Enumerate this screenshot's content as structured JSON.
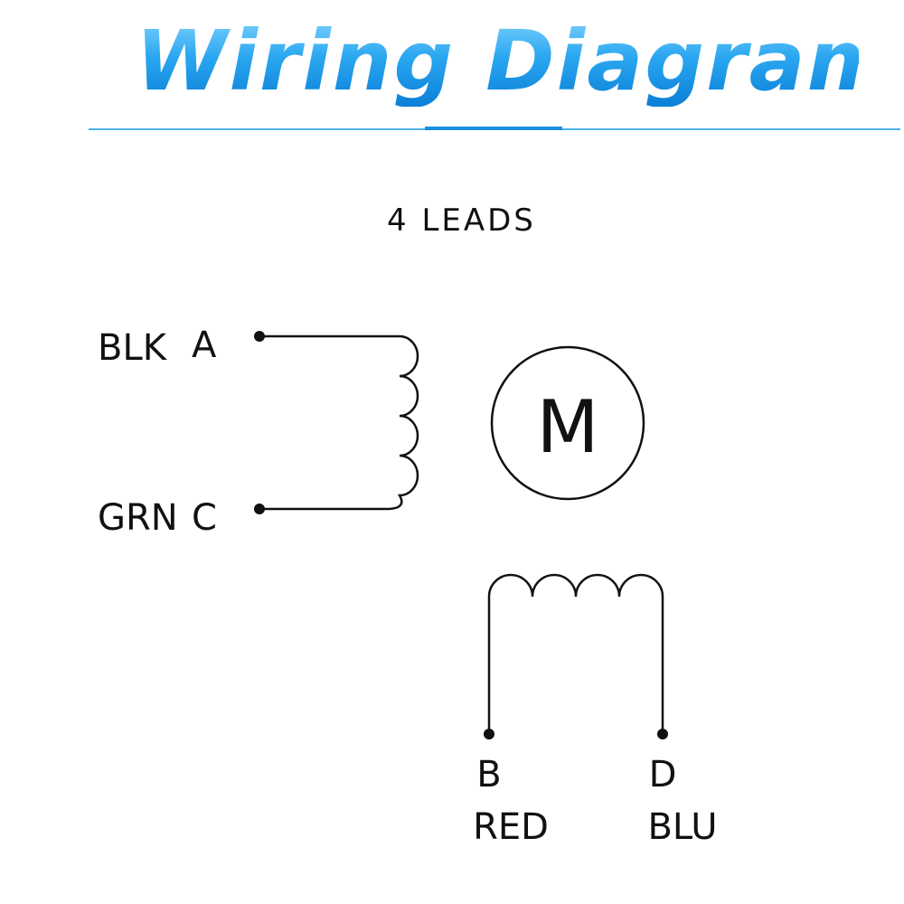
{
  "header": {
    "title": "Wiring Diagram"
  },
  "diagram": {
    "subtitle": "4 LEADS",
    "motor_symbol": "M",
    "leads": {
      "a": {
        "color": "BLK",
        "terminal": "A"
      },
      "c": {
        "color": "GRN",
        "terminal": "C"
      },
      "b": {
        "terminal": "B",
        "color": "RED"
      },
      "d": {
        "terminal": "D",
        "color": "BLU"
      }
    },
    "colors": {
      "title": "#1a9ae6",
      "rule": "#4db3ee",
      "wire": "#111111"
    }
  }
}
